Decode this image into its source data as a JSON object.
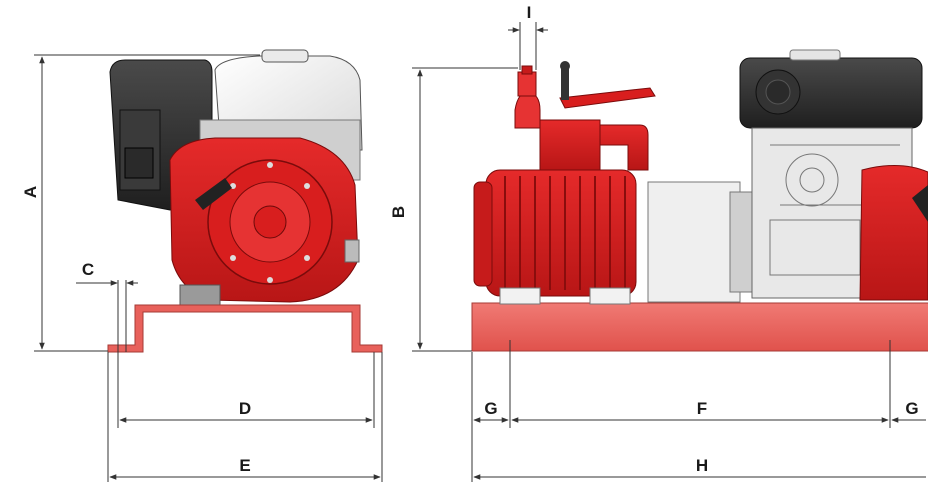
{
  "dimension_labels": {
    "A": "A",
    "B": "B",
    "C": "C",
    "D": "D",
    "E": "E",
    "F": "F",
    "G_left": "G",
    "G_right": "G",
    "H": "H",
    "I": "I"
  },
  "colors": {
    "pump_red": "#d81e1e",
    "pump_dark_red": "#9c1010",
    "base_red": "#e8615b",
    "engine_black": "#2b2b2b",
    "engine_white": "#f2f2f2",
    "dimension_line": "#333333"
  }
}
